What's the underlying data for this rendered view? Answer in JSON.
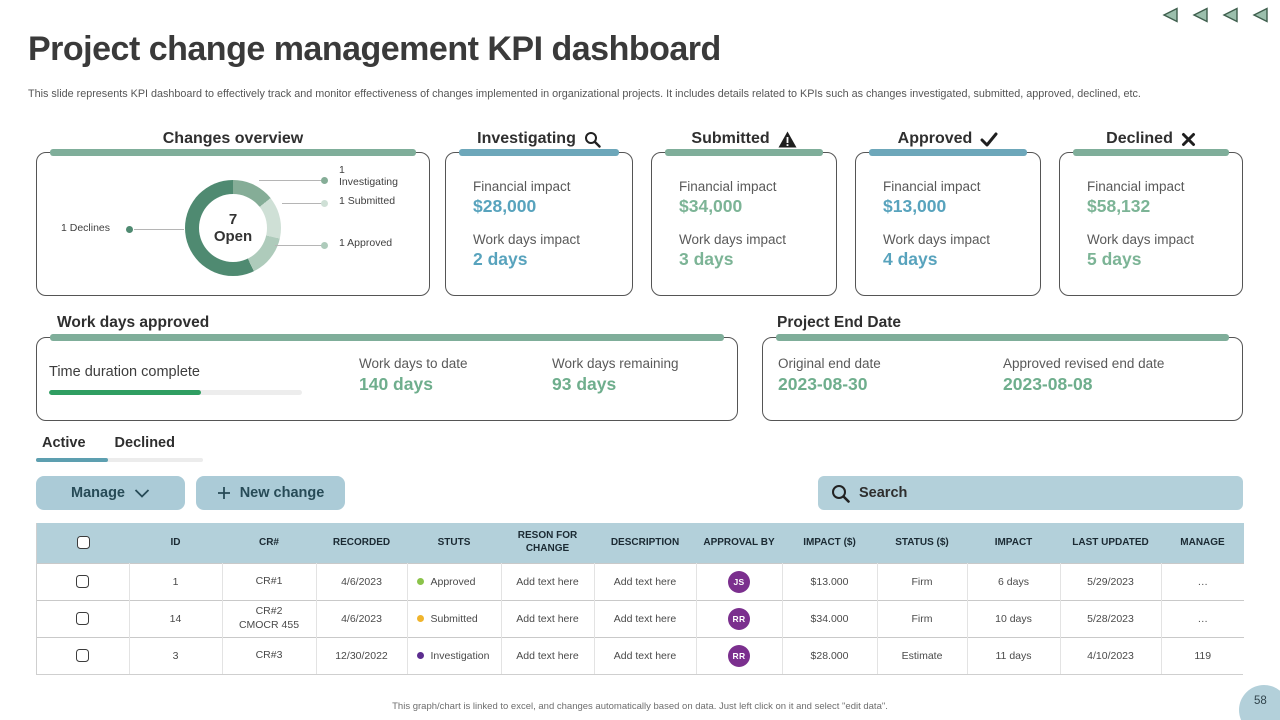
{
  "slide": {
    "title": "Project change management KPI dashboard",
    "subtitle": "This slide represents KPI dashboard to effectively track and monitor effectiveness of changes implemented in organizational projects. It includes details related to KPIs such as changes investigated, submitted, approved, declined, etc.",
    "footer_note": "This graph/chart is linked to excel, and changes automatically based on data. Just left click on it and select \"edit data\".",
    "page_number": "58"
  },
  "icons": {
    "nav_arrow": "back-triangle ◀ x4",
    "investigating": "search-icon 🔍",
    "submitted": "warning-icon ⚠",
    "approved": "check-icon ✓",
    "declined": "close-icon ✕",
    "search_field": "search-icon 🔍",
    "manage_dropdown": "chevron-down-icon ⌄",
    "new_change": "plus-icon +"
  },
  "overview": {
    "title": "Changes overview",
    "accent": "#7fae9a"
  },
  "chart_data": {
    "type": "pie",
    "title": "Changes overview",
    "center_value": "7",
    "center_label": "Open",
    "legend_position": "right-and-left callouts",
    "segments": [
      {
        "label": "1 Investigating",
        "value": 1,
        "color": "#85ad97"
      },
      {
        "label": "1 Submitted",
        "value": 1,
        "color": "#cfe0d6"
      },
      {
        "label": "1 Approved",
        "value": 1,
        "color": "#aecbbb"
      },
      {
        "label": "1 Declines",
        "value": 4,
        "color": "#4f8a71"
      }
    ]
  },
  "kpis": [
    {
      "title": "Investigating",
      "icon": "search-icon",
      "accent": "#6da7ba",
      "value_color": "#58a3bd",
      "financial_label": "Financial impact",
      "financial_value": "$28,000",
      "workdays_label": "Work days impact",
      "workdays_value": "2 days"
    },
    {
      "title": "Submitted",
      "icon": "warning-icon",
      "accent": "#7fae9a",
      "value_color": "#7cb496",
      "financial_label": "Financial impact",
      "financial_value": "$34,000",
      "workdays_label": "Work days impact",
      "workdays_value": "3 days"
    },
    {
      "title": "Approved",
      "icon": "check-icon",
      "accent": "#6da7ba",
      "value_color": "#58a3bd",
      "financial_label": "Financial impact",
      "financial_value": "$13,000",
      "workdays_label": "Work days impact",
      "workdays_value": "4 days"
    },
    {
      "title": "Declined",
      "icon": "close-icon",
      "accent": "#7fae9a",
      "value_color": "#7cb496",
      "financial_label": "Financial impact",
      "financial_value": "$58,132",
      "workdays_label": "Work days impact",
      "workdays_value": "5 days"
    }
  ],
  "workdays": {
    "title": "Work days approved",
    "accent": "#7fae9a",
    "progress_label": "Time duration complete",
    "progress_percent": 60,
    "progress_color": "#2f9e62",
    "to_date_label": "Work days to date",
    "to_date_value": "140 days",
    "remaining_label": "Work days remaining",
    "remaining_value": "93 days",
    "value_color": "#6fae8d"
  },
  "end_date": {
    "title": "Project End Date",
    "accent": "#7fae9a",
    "original_label": "Original end date",
    "original_value": "2023-08-30",
    "revised_label": "Approved revised end date",
    "revised_value": "2023-08-08",
    "value_color": "#6fae8d"
  },
  "tabs": [
    {
      "label": "Active",
      "active": true,
      "accent": "#5d9fb0"
    },
    {
      "label": "Declined",
      "active": false
    }
  ],
  "toolbar": {
    "manage_label": "Manage",
    "new_change_label": "New change",
    "search_placeholder": "Search"
  },
  "table": {
    "columns": [
      "",
      "ID",
      "CR#",
      "RECORDED",
      "STUTS",
      "RESON FOR CHANGE",
      "DESCRIPTION",
      "APPROVAL BY",
      "IMPACT ($)",
      "STATUS ($)",
      "IMPACT",
      "LAST UPDATED",
      "MANAGE"
    ],
    "rows": [
      {
        "id": "1",
        "cr": "CR#1",
        "recorded": "4/6/2023",
        "status": "Approved",
        "status_color": "#8bc34a",
        "reason": "Add text here",
        "description": "Add text here",
        "approver": "JS",
        "approver_color": "#7b2f8e",
        "impact_usd": "$13.000",
        "status_usd": "Firm",
        "impact_days": "6 days",
        "last_updated": "5/29/2023",
        "manage": "…"
      },
      {
        "id": "14",
        "cr": "CR#2\nCMOCR  455",
        "recorded": "4/6/2023",
        "status": "Submitted",
        "status_color": "#f0b42c",
        "reason": "Add text here",
        "description": "Add text here",
        "approver": "RR",
        "approver_color": "#7b2f8e",
        "impact_usd": "$34.000",
        "status_usd": "Firm",
        "impact_days": "10 days",
        "last_updated": "5/28/2023",
        "manage": "…"
      },
      {
        "id": "3",
        "cr": "CR#3",
        "recorded": "12/30/2022",
        "status": "Investigation",
        "status_color": "#5c2d8f",
        "reason": "Add text here",
        "description": "Add text here",
        "approver": "RR",
        "approver_color": "#7b2f8e",
        "impact_usd": "$28.000",
        "status_usd": "Estimate",
        "impact_days": "11 days",
        "last_updated": "4/10/2023",
        "manage": "119"
      }
    ]
  }
}
